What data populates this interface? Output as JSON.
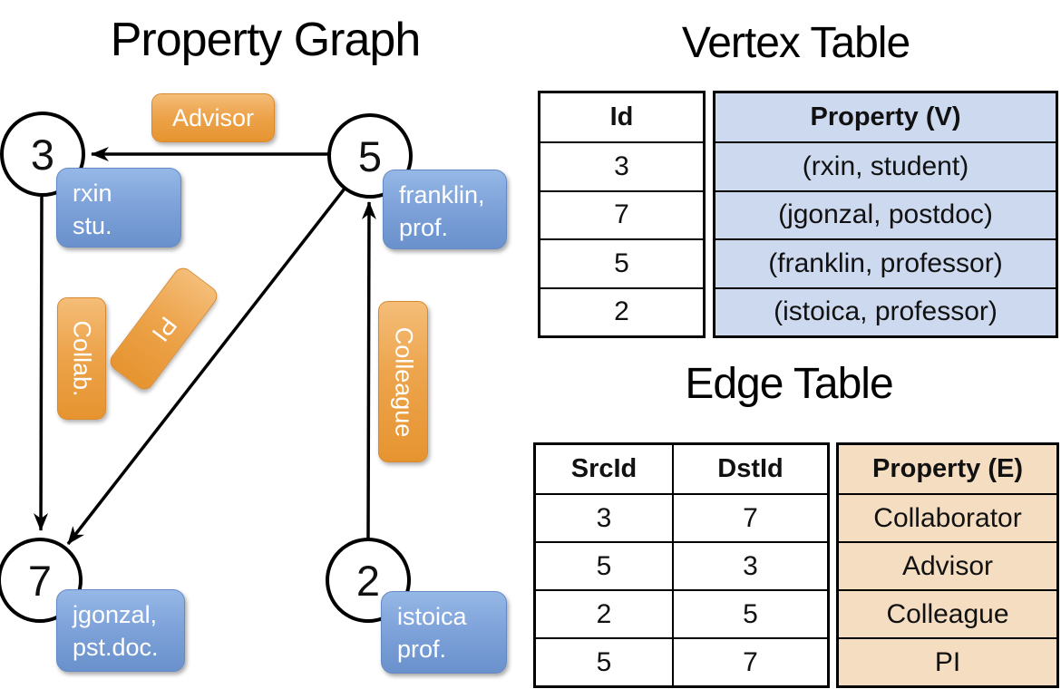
{
  "titles": {
    "graph": "Property Graph",
    "vertex": "Vertex Table",
    "edge": "Edge Table"
  },
  "graph": {
    "nodes": [
      {
        "id": "3"
      },
      {
        "id": "5"
      },
      {
        "id": "7"
      },
      {
        "id": "2"
      }
    ],
    "vertex_labels": [
      {
        "line1": "rxin",
        "line2": "stu."
      },
      {
        "line1": "franklin,",
        "line2": "prof."
      },
      {
        "line1": "jgonzal,",
        "line2": "pst.doc."
      },
      {
        "line1": "istoica",
        "line2": "prof."
      }
    ],
    "edge_labels": {
      "advisor": "Advisor",
      "collab": "Collab.",
      "pi": "PI",
      "colleague": "Colleague"
    }
  },
  "vertex_table": {
    "headers": {
      "id": "Id",
      "property": "Property (V)"
    },
    "rows": [
      {
        "id": "3",
        "property": "(rxin, student)"
      },
      {
        "id": "7",
        "property": "(jgonzal, postdoc)"
      },
      {
        "id": "5",
        "property": "(franklin, professor)"
      },
      {
        "id": "2",
        "property": "(istoica, professor)"
      }
    ]
  },
  "edge_table": {
    "headers": {
      "src": "SrcId",
      "dst": "DstId",
      "property": "Property (E)"
    },
    "rows": [
      {
        "src": "3",
        "dst": "7",
        "property": "Collaborator"
      },
      {
        "src": "5",
        "dst": "3",
        "property": "Advisor"
      },
      {
        "src": "2",
        "dst": "5",
        "property": "Colleague"
      },
      {
        "src": "5",
        "dst": "7",
        "property": "PI"
      }
    ]
  },
  "colors": {
    "edge_label_orange": "#eda44c",
    "vertex_label_blue": "#7fa3da",
    "vertex_cell_bg": "#cdd9ef",
    "edge_cell_bg": "#f5ddc2",
    "line_black": "#000000"
  }
}
